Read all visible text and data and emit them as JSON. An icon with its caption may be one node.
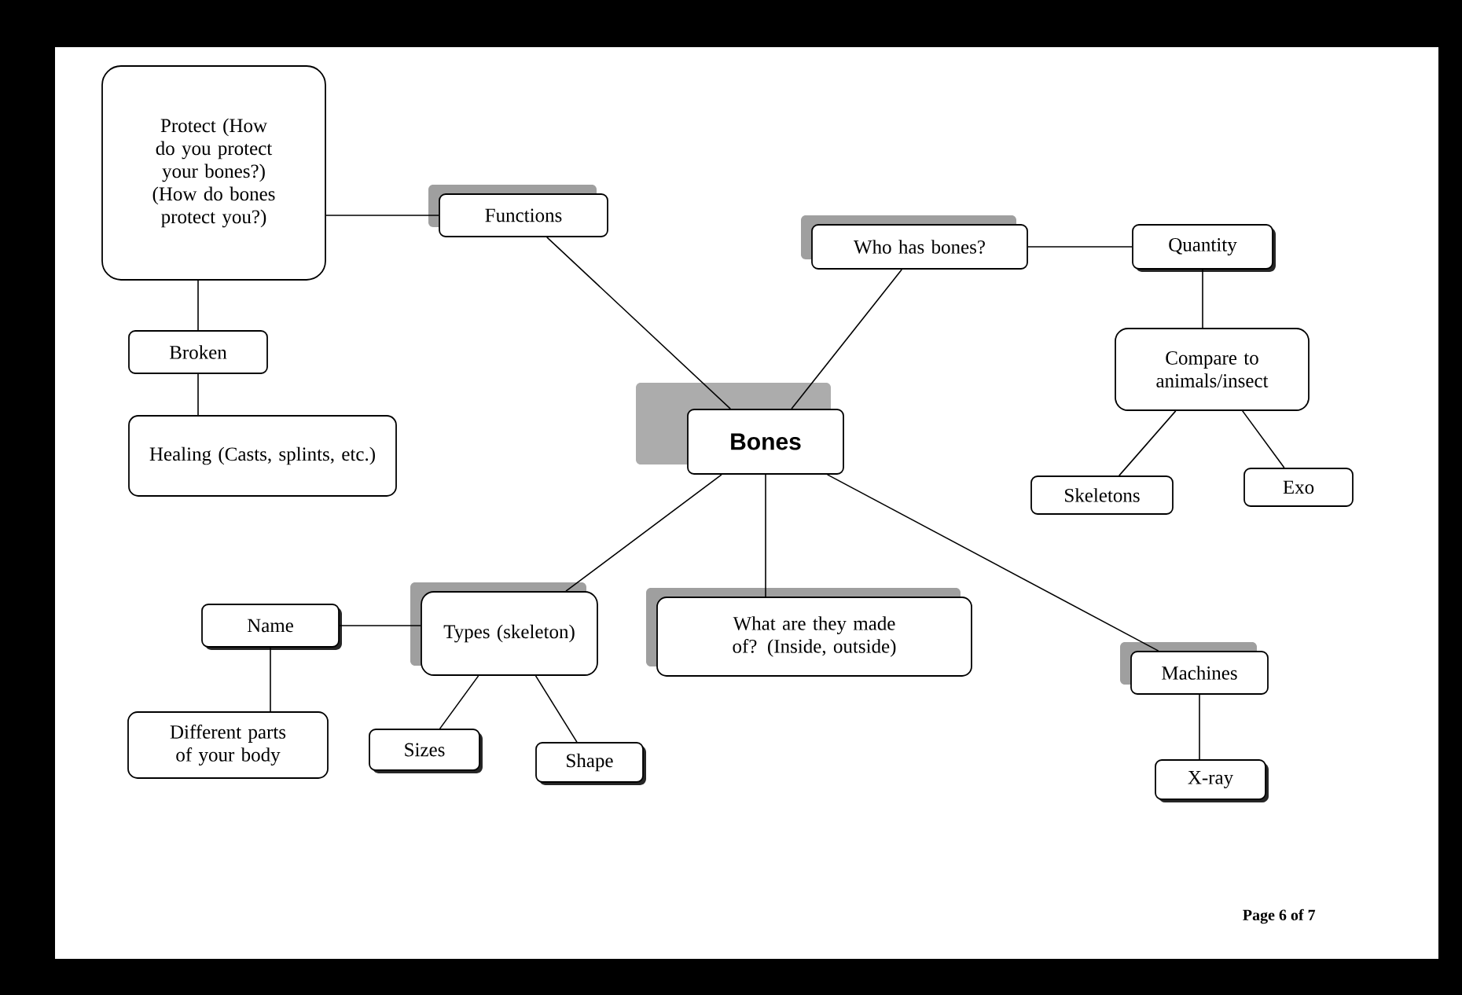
{
  "diagram": {
    "nodes": [
      {
        "text": [
          "Protect (How do you protect your bones?) (How do bones protect you?)"
        ]
      },
      {
        "text": [
          "Functions"
        ]
      },
      {
        "text": [
          "Who has bones?"
        ]
      },
      {
        "text": [
          "Quantity"
        ]
      },
      {
        "text": [
          "Broken"
        ]
      },
      {
        "text": [
          "Bones"
        ]
      },
      {
        "text": [
          "Compare to animals/insect"
        ]
      },
      {
        "text": [
          "Healing (Casts, splints, etc.)"
        ]
      },
      {
        "text": [
          "Skeletons"
        ]
      },
      {
        "text": [
          "Exo"
        ]
      },
      {
        "text": [
          "Name"
        ]
      },
      {
        "text": [
          "Types (skeleton)"
        ]
      },
      {
        "text": [
          "What are they made of? (Inside, outside)"
        ]
      },
      {
        "text": [
          "Different parts of your body"
        ]
      },
      {
        "text": [
          "Sizes"
        ]
      },
      {
        "text": [
          "Shape"
        ]
      },
      {
        "text": [
          "Machines"
        ]
      },
      {
        "text": [
          "X-ray"
        ]
      }
    ],
    "edges": [
      {
        "from": 0,
        "to": 1,
        "arrow": "none"
      },
      {
        "from": 0,
        "to": 4,
        "arrow": "none"
      },
      {
        "from": 4,
        "to": 7,
        "arrow": "none"
      },
      {
        "from": 1,
        "to": 5,
        "arrow": "none"
      },
      {
        "from": 2,
        "to": 5,
        "arrow": "none"
      },
      {
        "from": 2,
        "to": 3,
        "arrow": "none"
      },
      {
        "from": 3,
        "to": 6,
        "arrow": "none"
      },
      {
        "from": 6,
        "to": 8,
        "arrow": "none"
      },
      {
        "from": 6,
        "to": 9,
        "arrow": "none"
      },
      {
        "from": 5,
        "to": 11,
        "arrow": "none"
      },
      {
        "from": 5,
        "to": 12,
        "arrow": "none"
      },
      {
        "from": 5,
        "to": 16,
        "arrow": "none"
      },
      {
        "from": 11,
        "to": 10,
        "arrow": "none"
      },
      {
        "from": 10,
        "to": 13,
        "arrow": "none"
      },
      {
        "from": 11,
        "to": 14,
        "arrow": "none"
      },
      {
        "from": 11,
        "to": 15,
        "arrow": "none"
      },
      {
        "from": 16,
        "to": 17,
        "arrow": "none"
      }
    ],
    "labels": [
      "Page 6 of 7"
    ]
  }
}
